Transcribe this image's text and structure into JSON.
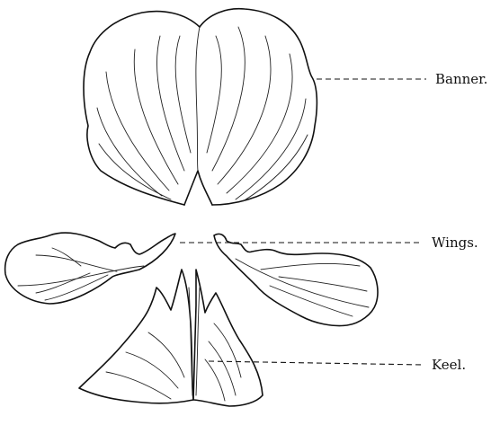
{
  "labels": {
    "banner": "Banner.",
    "wings": "Wings.",
    "keel": "Keel."
  },
  "colors": {
    "ink": "#111111",
    "paper": "#ffffff"
  }
}
